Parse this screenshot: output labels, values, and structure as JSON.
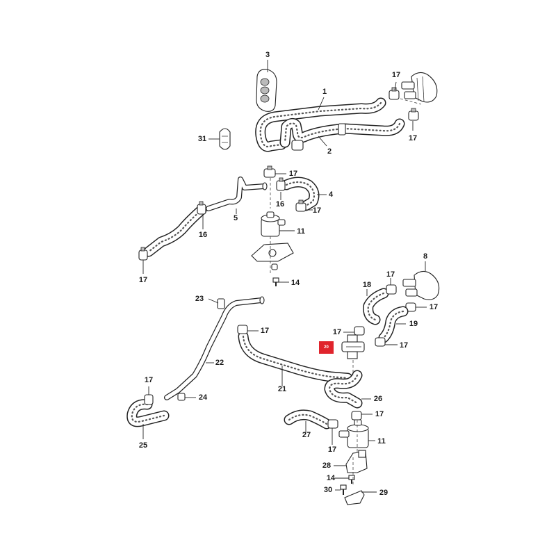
{
  "diagram": {
    "highlight_label": "20",
    "callouts": [
      {
        "id": "c3",
        "text": "3"
      },
      {
        "id": "c1",
        "text": "1"
      },
      {
        "id": "c17a",
        "text": "17"
      },
      {
        "id": "c17b",
        "text": "17"
      },
      {
        "id": "c31",
        "text": "31"
      },
      {
        "id": "c2",
        "text": "2"
      },
      {
        "id": "c17c",
        "text": "17"
      },
      {
        "id": "c4",
        "text": "4"
      },
      {
        "id": "c16a",
        "text": "16"
      },
      {
        "id": "c17d",
        "text": "17"
      },
      {
        "id": "c5",
        "text": "5"
      },
      {
        "id": "c11a",
        "text": "11"
      },
      {
        "id": "c16b",
        "text": "16"
      },
      {
        "id": "c17e",
        "text": "17"
      },
      {
        "id": "c14a",
        "text": "14"
      },
      {
        "id": "c8",
        "text": "8"
      },
      {
        "id": "c18",
        "text": "18"
      },
      {
        "id": "c17f",
        "text": "17"
      },
      {
        "id": "c17g",
        "text": "17"
      },
      {
        "id": "c23",
        "text": "23"
      },
      {
        "id": "c17h",
        "text": "17"
      },
      {
        "id": "c19",
        "text": "19"
      },
      {
        "id": "c17i",
        "text": "17"
      },
      {
        "id": "c17j",
        "text": "17"
      },
      {
        "id": "c22",
        "text": "22"
      },
      {
        "id": "c21",
        "text": "21"
      },
      {
        "id": "c17k",
        "text": "17"
      },
      {
        "id": "c24",
        "text": "24"
      },
      {
        "id": "c26",
        "text": "26"
      },
      {
        "id": "c17l",
        "text": "17"
      },
      {
        "id": "c25",
        "text": "25"
      },
      {
        "id": "c27",
        "text": "27"
      },
      {
        "id": "c11b",
        "text": "11"
      },
      {
        "id": "c17m",
        "text": "17"
      },
      {
        "id": "c28",
        "text": "28"
      },
      {
        "id": "c14b",
        "text": "14"
      },
      {
        "id": "c30",
        "text": "30"
      },
      {
        "id": "c29",
        "text": "29"
      }
    ]
  }
}
